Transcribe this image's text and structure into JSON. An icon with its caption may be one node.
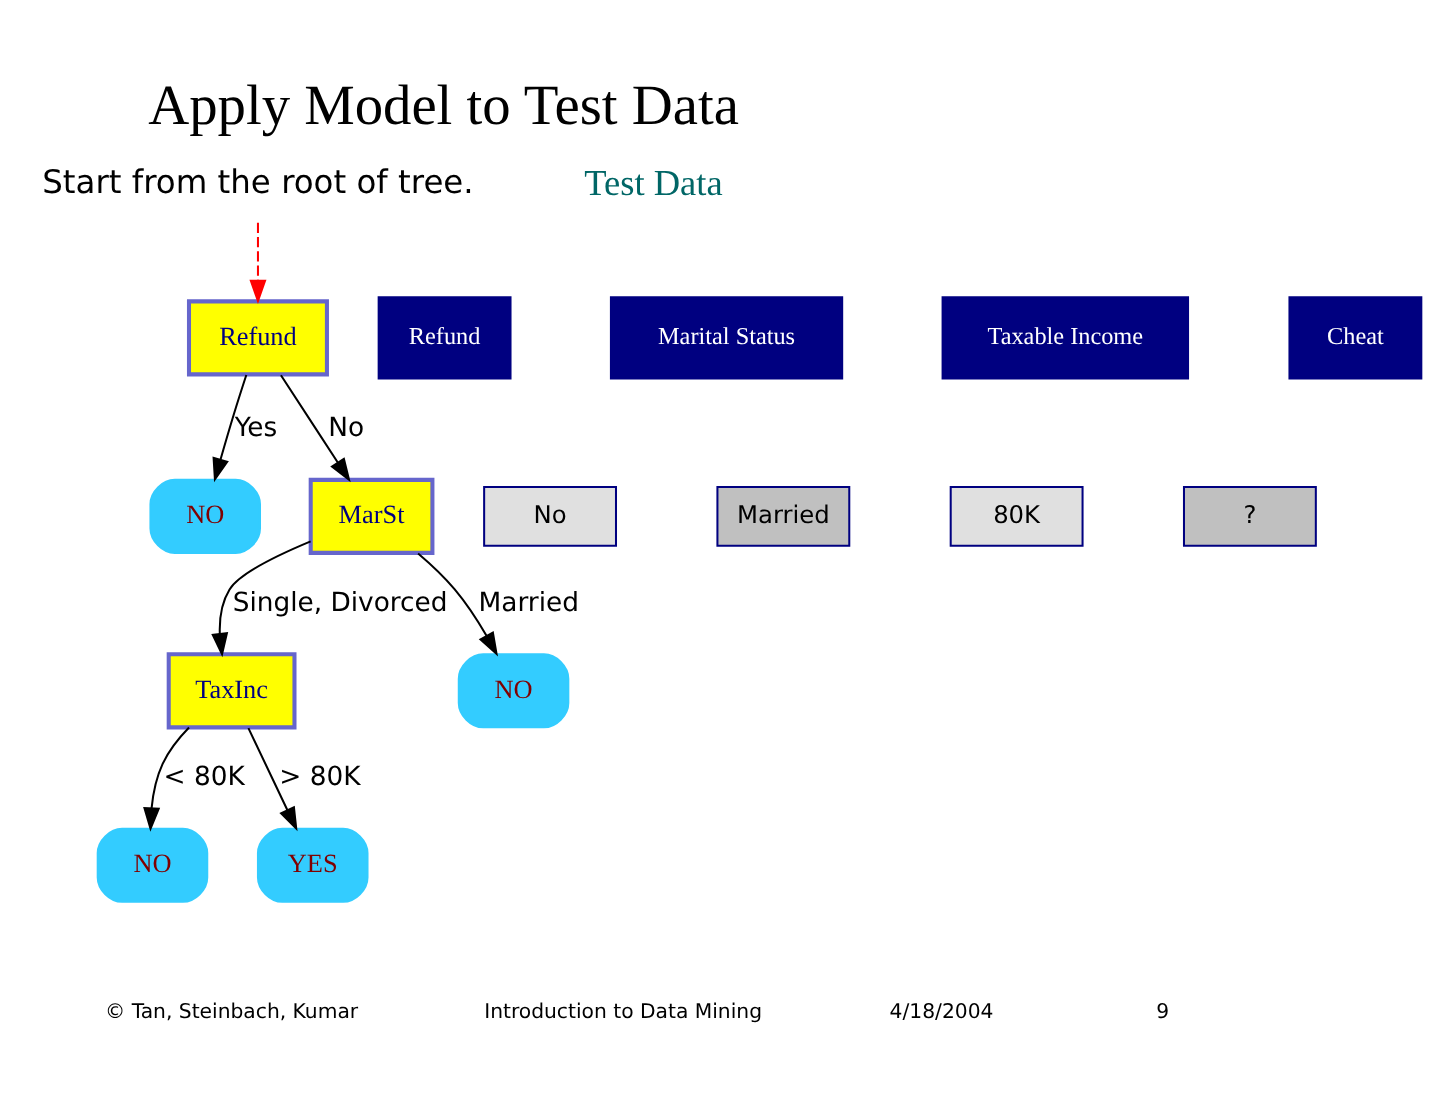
{
  "diagram": {
    "title": "Apply Model to Test Data",
    "nodes": [
      {
        "text": [
          "Start from the root of tree."
        ]
      },
      {
        "text": [
          "Refund"
        ]
      },
      {
        "text": [
          "NO"
        ]
      },
      {
        "text": [
          "MarSt"
        ]
      },
      {
        "text": [
          "TaxInc"
        ]
      },
      {
        "text": [
          "NO"
        ]
      },
      {
        "text": [
          "NO"
        ]
      },
      {
        "text": [
          "YES"
        ]
      }
    ],
    "edges": [
      {
        "from": 0,
        "to": 1,
        "arrow": "to",
        "style": "dashed",
        "color": "#ff0000"
      },
      {
        "from": 1,
        "to": 2,
        "arrow": "to",
        "label": "Yes"
      },
      {
        "from": 1,
        "to": 3,
        "arrow": "to",
        "label": "No"
      },
      {
        "from": 3,
        "to": 4,
        "arrow": "to",
        "label": "Single, Divorced"
      },
      {
        "from": 3,
        "to": 5,
        "arrow": "to",
        "label": "Married"
      },
      {
        "from": 4,
        "to": 6,
        "arrow": "to",
        "label": "< 80K"
      },
      {
        "from": 4,
        "to": 7,
        "arrow": "to",
        "label": "> 80K"
      }
    ],
    "labels": [
      "Test Data",
      "Refund",
      "Marital Status",
      "Taxable Income",
      "Cheat",
      "No",
      "Married",
      "80K",
      "?",
      "© Tan, Steinbach, Kumar",
      "Introduction to Data Mining",
      "4/18/2004",
      "9"
    ]
  }
}
